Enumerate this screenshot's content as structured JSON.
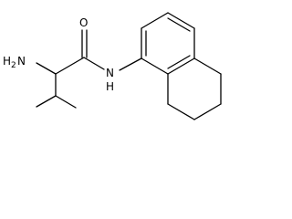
{
  "molecule": {
    "labels": {
      "amine_h": "H",
      "amine_sub": "2",
      "amine_n": "N",
      "carbonyl_o": "O",
      "amide_n": "N",
      "amide_h": "H"
    }
  }
}
